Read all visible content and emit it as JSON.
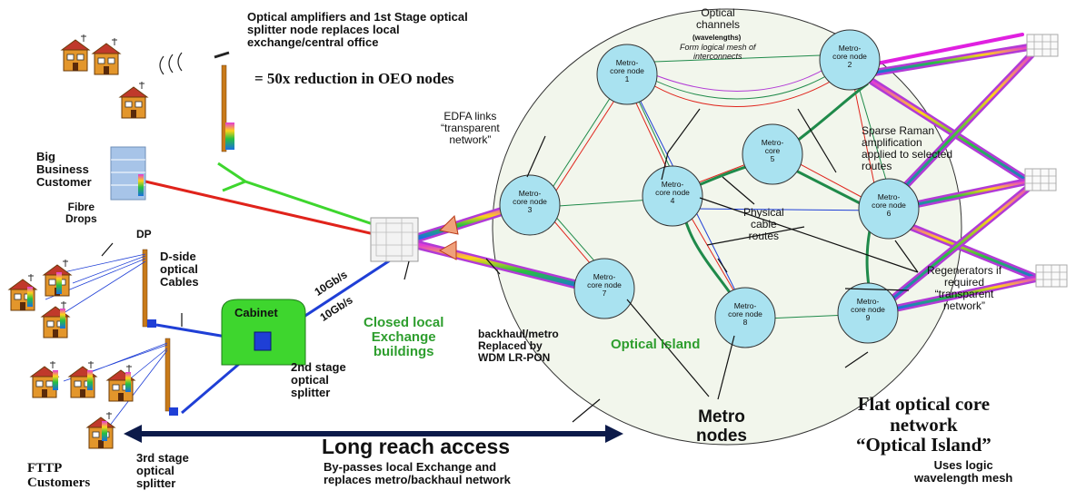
{
  "labels": {
    "top_heading": "Optical amplifiers and 1st Stage optical\nsplitter node replaces local\nexchange/central office",
    "oeo_reduction": "= 50x reduction in OEO nodes",
    "optical_channels": "Optical\nchannels",
    "wavelengths": "(wavelengths)",
    "logical_mesh": "Form logical mesh of\ninterconnects",
    "edfa_links": "EDFA links\n“transparent\nnetwork”",
    "sparse_raman": "Sparse Raman\namplification\napplied to selected\nroutes",
    "physical_cable": "Physical\ncable\nroutes",
    "regenerators": "Regenerators if\nrequired\n“transparent\nnetwork”",
    "big_business": "Big\nBusiness\nCustomer",
    "fibre_drops": "Fibre\nDrops",
    "dp": "DP",
    "dside": "D-side\noptical\nCables",
    "cabinet": "Cabinet",
    "rate_upper": "10Gb/s",
    "rate_lower": "10Gb/s",
    "closed_local": "Closed local\nExchange\nbuildings",
    "backhaul": "backhaul/metro\nReplaced by\nWDM LR-PON",
    "optical_island": "Optical Island",
    "second_stage": "2nd stage\noptical\nsplitter",
    "long_reach": "Long reach access",
    "bypasses": "By-passes local Exchange and\nreplaces metro/backhaul network",
    "third_stage": "3rd stage\noptical\nsplitter",
    "fttp": "FTTP\nCustomers",
    "metro_nodes": "Metro\nnodes",
    "flat_core": "Flat optical core\nnetwork\n“Optical Island”",
    "uses_logic": "Uses logic\nwavelength mesh"
  },
  "nodes": [
    {
      "id": "1",
      "label": "Metro-\ncore node\n1"
    },
    {
      "id": "2",
      "label": "Metro-\ncore node\n2"
    },
    {
      "id": "3",
      "label": "Metro-\ncore node\n3"
    },
    {
      "id": "4",
      "label": "Metro-\ncore node\n4"
    },
    {
      "id": "5",
      "label": "Metro-\ncore\n5"
    },
    {
      "id": "6",
      "label": "Metro-\ncore node\n6"
    },
    {
      "id": "7",
      "label": "Metro-\ncore node\n7"
    },
    {
      "id": "8",
      "label": "Metro-\ncore node\n8"
    },
    {
      "id": "9",
      "label": "Metro-\ncore node\n9"
    }
  ],
  "colors": {
    "node_fill": "#a9e2f0",
    "island_fill": "#f2f6ec",
    "purple": "#b23ad6",
    "magenta": "#e020e0",
    "green_link": "#1f8a4a",
    "red_link": "#e0231b",
    "blue_link": "#1f3fd6",
    "cabinet_green": "#3ed62e",
    "label_green": "#2e9e2e"
  },
  "icons": [
    "house-icon",
    "office-tower-icon",
    "antenna-mast-icon",
    "wireless-signal-icon",
    "exchange-building-icon",
    "amplifier-triangle-icon"
  ]
}
